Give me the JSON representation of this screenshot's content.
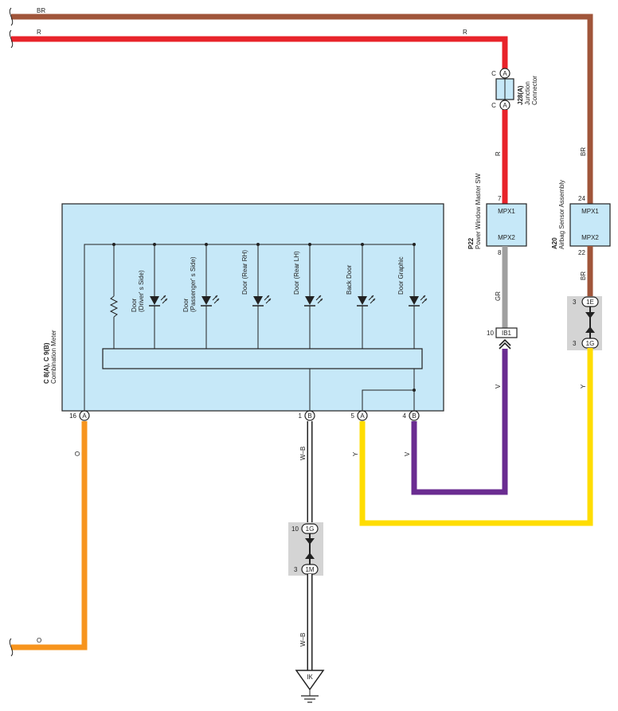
{
  "colors": {
    "BR": "#a0553a",
    "R": "#e8232a",
    "O": "#f7941d",
    "GR": "#a0a0a0",
    "V": "#6a2c91",
    "Y": "#ffdd00",
    "WB": "#ffffff",
    "box_fill": "#c6e8f8",
    "gray_block": "#d4d4d4"
  },
  "wires": {
    "br_top": "BR",
    "r_top": "R",
    "r_right": "R",
    "r_vertical": "R",
    "br_vertical": "BR",
    "br_lower": "BR",
    "gr": "GR",
    "v_right": "V",
    "y_right": "Y",
    "o_left": "O",
    "o_bottom": "O",
    "wb_upper": "W–B",
    "wb_lower": "W–B",
    "y_meter": "Y",
    "v_meter": "V"
  },
  "junction_connector": {
    "code": "J28(A)",
    "name_line1": "Junction",
    "name_line2": "Connector",
    "pin_top_letter": "C",
    "pin_top": "A",
    "pin_bottom_letter": "C",
    "pin_bottom": "A"
  },
  "power_window": {
    "code": "P22",
    "name": "Power Window Master SW",
    "mpx1": "MPX1",
    "mpx2": "MPX2",
    "pin_top": "7",
    "pin_bottom": "8"
  },
  "airbag": {
    "code": "A20",
    "name": "Airbag Sensor Assembly",
    "mpx1": "MPX1",
    "mpx2": "MPX2",
    "pin_top": "24",
    "pin_bottom": "22"
  },
  "connector_ib1": {
    "label": "IB1",
    "pin": "10"
  },
  "connector_1e_1g_right": {
    "top": "1E",
    "top_pin": "3",
    "bottom": "1G",
    "bottom_pin": "3"
  },
  "connector_1g_1m": {
    "top": "1G",
    "top_pin": "10",
    "bottom": "1M",
    "bottom_pin": "3"
  },
  "ground": {
    "label": "IK"
  },
  "combination_meter": {
    "code": "C 8(A), C 9(B)",
    "name": "Combination Meter",
    "indicators": [
      "Door\n(Driver' s Side)",
      "Door\n(Passenger' s Side)",
      "Door (Rear RH)",
      "Door (Rear LH)",
      "Back Door",
      "Door Graphic"
    ],
    "pins": [
      {
        "num": "16",
        "letter": "A"
      },
      {
        "num": "1",
        "letter": "B"
      },
      {
        "num": "5",
        "letter": "A"
      },
      {
        "num": "4",
        "letter": "B"
      }
    ]
  }
}
